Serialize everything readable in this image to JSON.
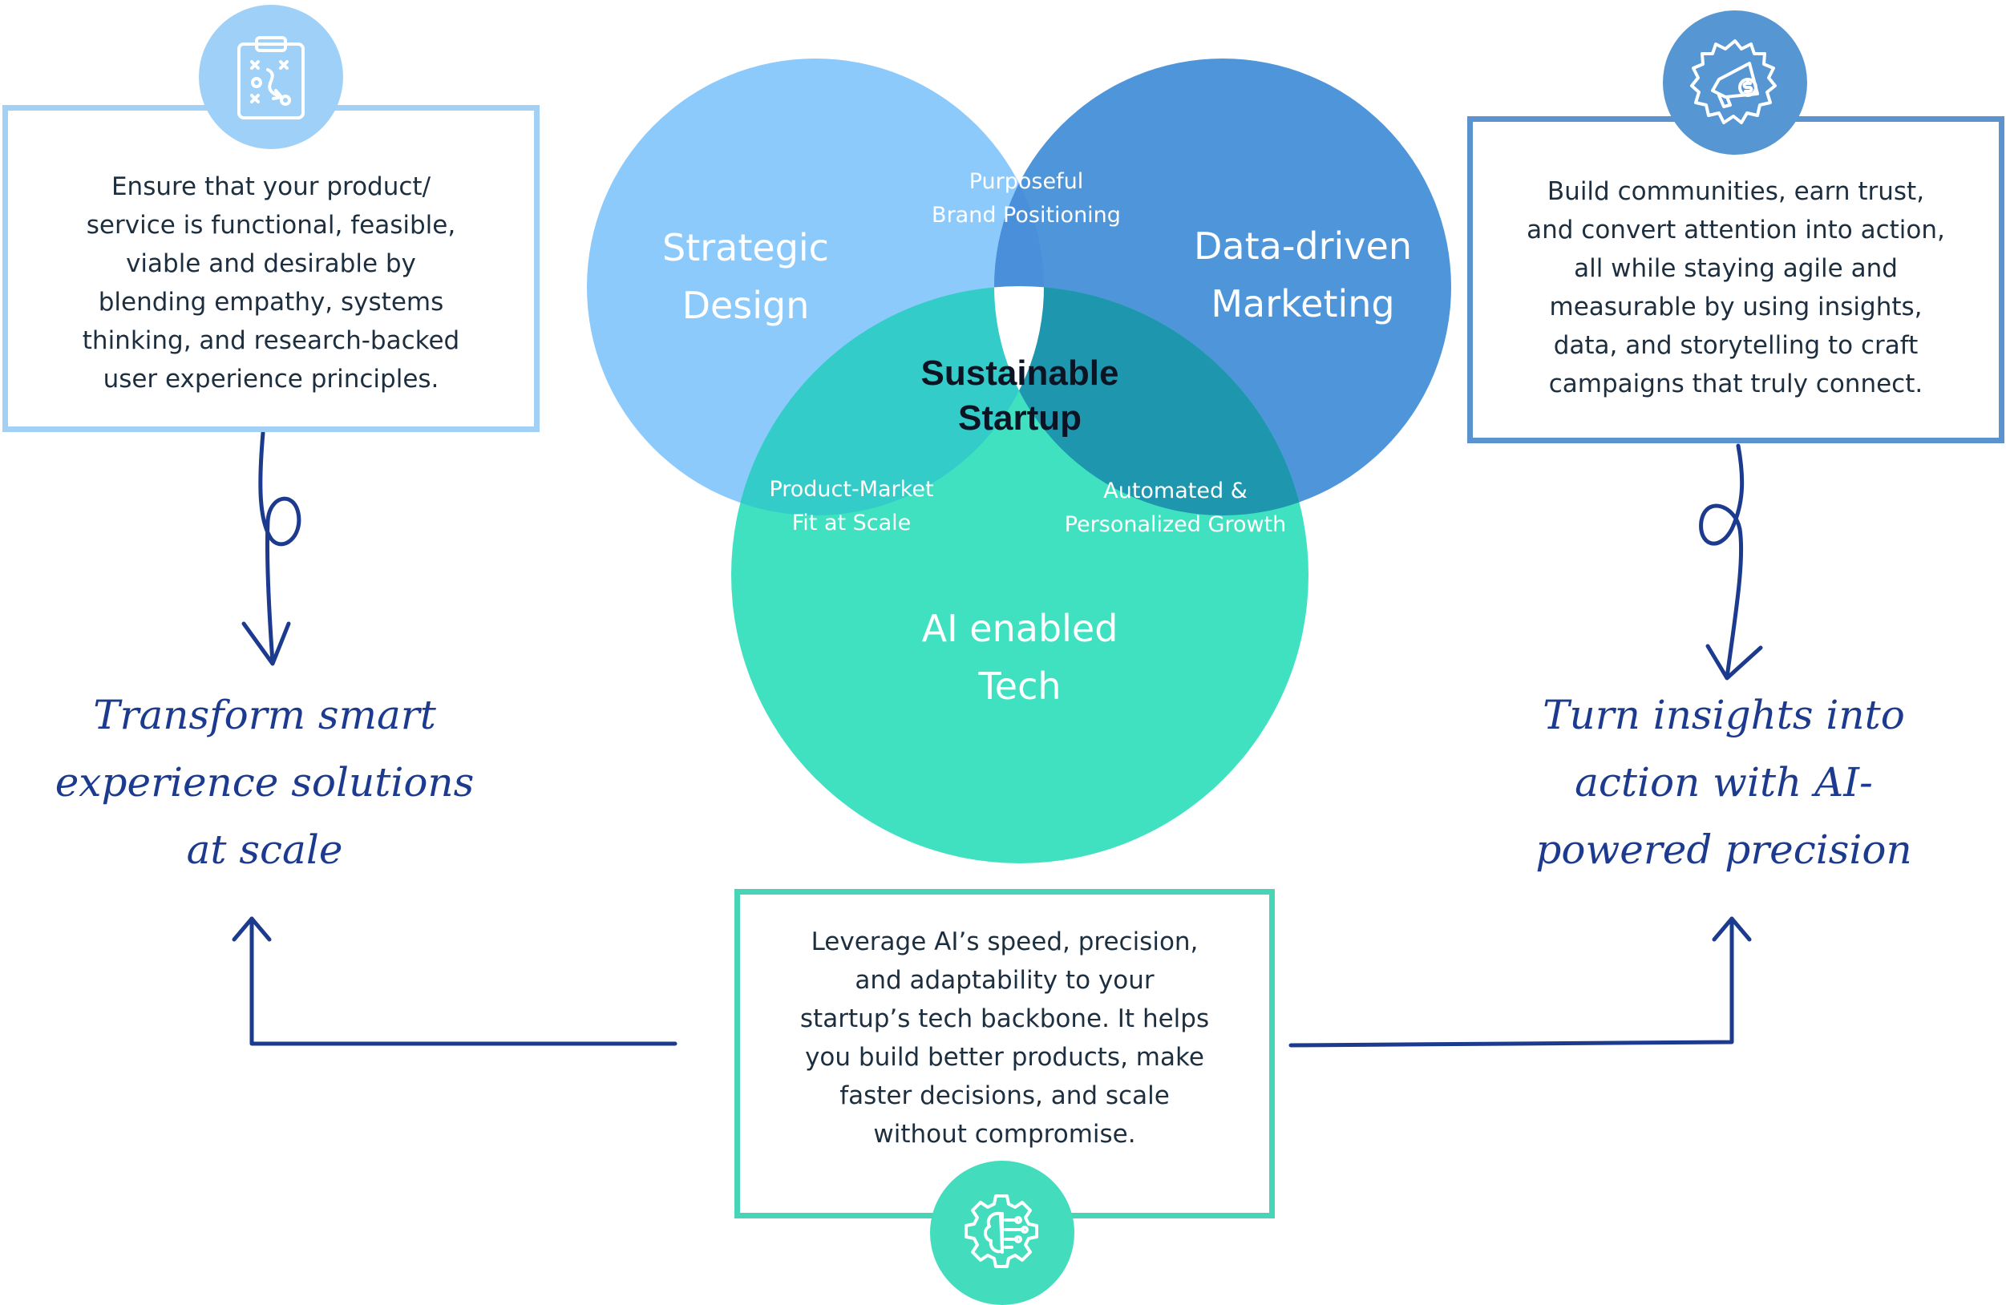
{
  "venn": {
    "circles": {
      "design": {
        "label": "Strategic\nDesign",
        "color": "#8dcafc"
      },
      "marketing": {
        "label": "Data-driven\nMarketing",
        "color": "#4f95da"
      },
      "tech": {
        "label": "AI enabled\nTech",
        "color": "#40e1c0"
      }
    },
    "overlaps": {
      "design_marketing": "Purposeful\nBrand Positioning",
      "design_tech": "Product-Market\nFit at Scale",
      "marketing_tech": "Automated &\nPersonalized Growth"
    },
    "center": "Sustainable\nStartup",
    "overlap_colors": {
      "design_marketing": "#4a8fda",
      "design_tech": "#33ccc8",
      "marketing_tech": "#1d96ae"
    }
  },
  "boxes": {
    "design": {
      "text": "Ensure that your product/\nservice is functional, feasible,\nviable and desirable by\nblending empathy, systems\nthinking, and research-backed\nuser experience principles.",
      "icon": "strategy-clipboard-icon",
      "border_color": "#a3d1f5"
    },
    "marketing": {
      "text": "Build communities, earn trust,\nand convert attention into action,\nall while staying agile and\nmeasurable by using insights,\ndata, and storytelling to craft\ncampaigns that truly connect.",
      "icon": "megaphone-dollar-icon",
      "border_color": "#5a93cd"
    },
    "tech": {
      "text": "Leverage AI’s speed, precision,\nand adaptability to your\nstartup’s tech backbone. It helps\nyou build better products, make\nfaster decisions, and scale\nwithout compromise.",
      "icon": "ai-brain-gear-icon",
      "border_color": "#48d4b6"
    }
  },
  "handwritten": {
    "left": "Transform smart\nexperience solutions\nat scale",
    "right": "Turn insights into\naction with AI-\npowered precision"
  },
  "arrow_color": "#1d3b8e"
}
